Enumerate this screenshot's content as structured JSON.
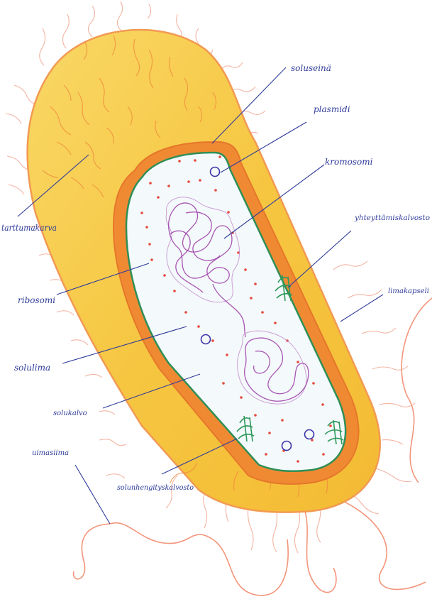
{
  "diagram": {
    "title": "Bacterial cell (hand-drawn, Finnish labels)",
    "colors": {
      "capsule": "#f7c744",
      "capsule_edge": "#f2a23c",
      "cell_wall": "#ef8a33",
      "membrane": "#2e8f57",
      "cytoplasm": "#f4f9fb",
      "ribosome": "#e5483c",
      "chromosome": "#9a3aa6",
      "plasmid": "#3a34a8",
      "pili": "#f0a089",
      "label_ink": "#2f3c9a"
    },
    "labels": {
      "cell_wall": "soluseinä",
      "plasmid": "plasmidi",
      "chromosome": "kromosomi",
      "photosynthetic_membranes": "yhteyttämiskalvosto",
      "slime_capsule": "limakapseli",
      "pilus": "tarttumakarva",
      "ribosome": "ribosomi",
      "cytoplasm": "solulima",
      "cell_membrane": "solukalvo",
      "flagellum": "uimasiima",
      "respiratory_membranes": "solunhengityskalvosto"
    }
  }
}
